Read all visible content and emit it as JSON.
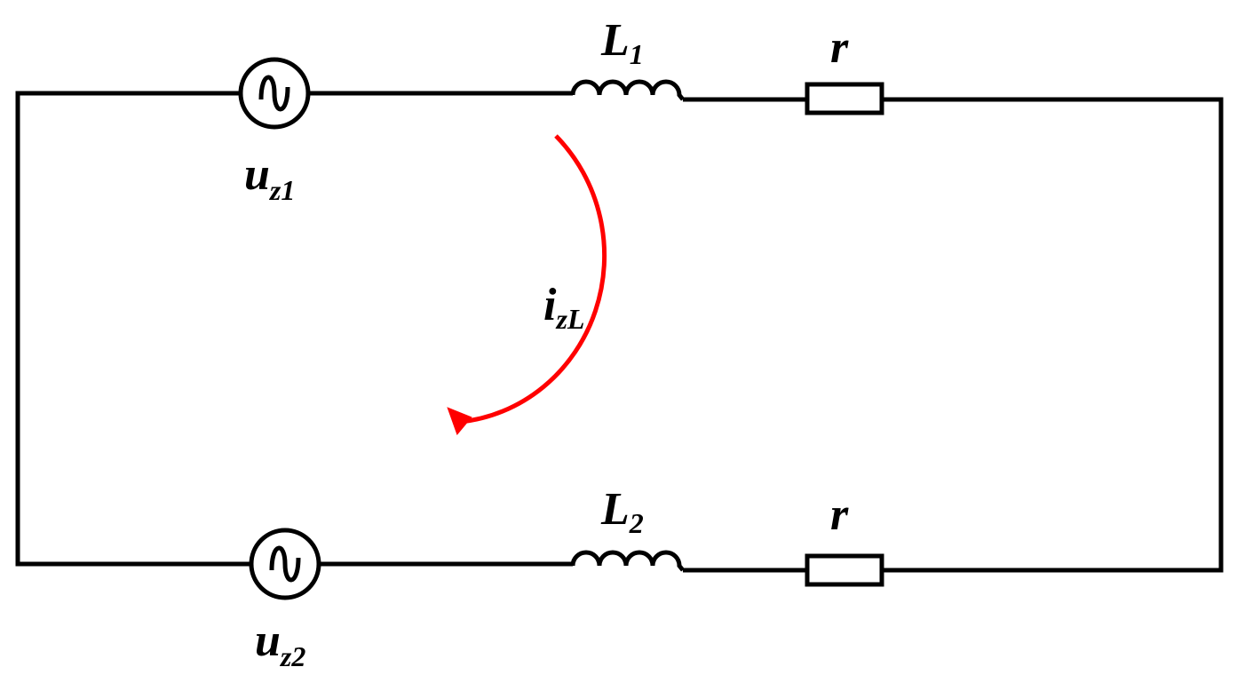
{
  "colors": {
    "wire": "#000000",
    "current_arrow": "#ff0000",
    "background": "#ffffff"
  },
  "components": {
    "source_1": {
      "symbol": "u",
      "subscript": "z1",
      "icon": "ac-source-icon"
    },
    "source_2": {
      "symbol": "u",
      "subscript": "z2",
      "icon": "ac-source-icon"
    },
    "inductor_1": {
      "symbol": "L",
      "subscript": "1",
      "icon": "inductor-icon"
    },
    "inductor_2": {
      "symbol": "L",
      "subscript": "2",
      "icon": "inductor-icon"
    },
    "resistor_top": {
      "symbol": "r",
      "icon": "resistor-icon"
    },
    "resistor_bottom": {
      "symbol": "r",
      "icon": "resistor-icon"
    }
  },
  "current": {
    "symbol": "i",
    "subscript": "zL",
    "direction": "counterclockwise-arrow"
  }
}
